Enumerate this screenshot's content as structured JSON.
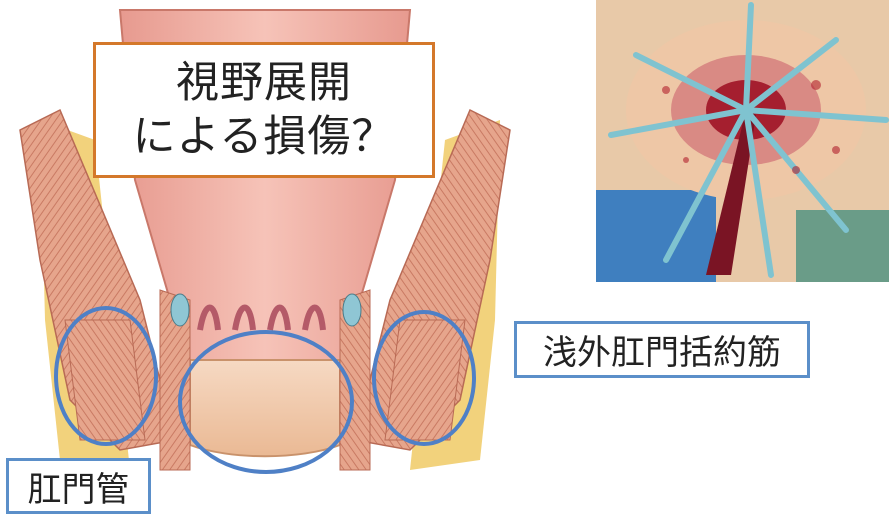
{
  "title": {
    "line1": "視野展開",
    "line2": "による損傷？"
  },
  "labels": {
    "external_sphincter": "浅外肛門括約筋",
    "anal_canal": "肛門管"
  },
  "colors": {
    "title_border": "#d4782a",
    "label_border": "#5b8fc9",
    "circle": "#4f80c6"
  }
}
